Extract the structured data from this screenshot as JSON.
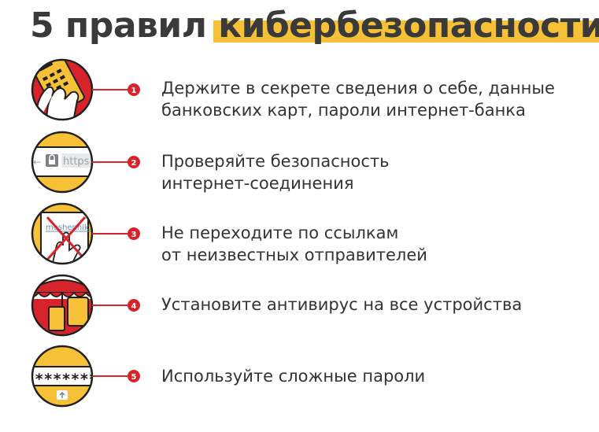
{
  "title": {
    "number": "5 правил ",
    "highlight": "кибербезопасности:"
  },
  "colors": {
    "accent_yellow": "#f7c137",
    "accent_red": "#d8232a",
    "text": "#333333"
  },
  "rules": [
    {
      "badge": "1",
      "icon": "bank-card-hand-icon",
      "lines": [
        "Держите в секрете сведения о себе, данные",
        "банковских карт, пароли интернет-банка"
      ]
    },
    {
      "badge": "2",
      "icon": "secure-connection-icon",
      "address_text": "https:",
      "lines": [
        "Проверяйте безопасность",
        "интернет-соединения"
      ]
    },
    {
      "badge": "3",
      "icon": "suspicious-link-icon",
      "link_text": "moshennik.tut",
      "lines": [
        "Не переходите по ссылкам",
        "от неизвестных отправителей"
      ]
    },
    {
      "badge": "4",
      "icon": "antivirus-devices-icon",
      "lines": [
        "Установите антивирус на все устройства"
      ]
    },
    {
      "badge": "5",
      "icon": "password-field-icon",
      "password_mask": "********",
      "lines": [
        "Используйте сложные пароли"
      ]
    }
  ]
}
